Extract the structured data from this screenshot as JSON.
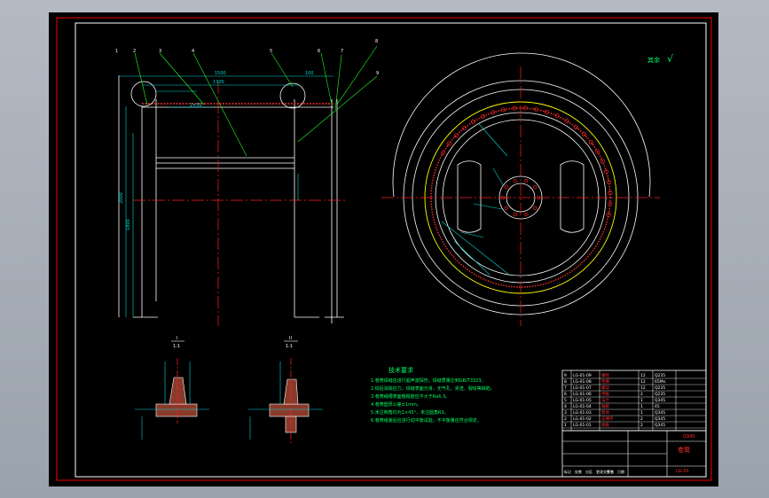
{
  "colors": {
    "viewport_bg": "#000000",
    "frame": "#cc0000",
    "line_main": "#ffffff",
    "dimension": "#00d8d8",
    "center_line": "#ff2020",
    "leader": "#20ff20",
    "yellow": "#ffff00",
    "notes_text": "#00ff66",
    "title_block": "#ffffff",
    "title_accent": "#ff3030"
  },
  "balloons": [
    "1",
    "2",
    "3",
    "4",
    "5",
    "6",
    "7",
    "8",
    "9"
  ],
  "section_labels": [
    {
      "id": "left",
      "letter": "I",
      "scale": "1:1"
    },
    {
      "id": "right",
      "letter": "II",
      "scale": "1:1"
    }
  ],
  "roughness": {
    "label": "其余",
    "symbol": "√"
  },
  "notes": {
    "title": "技术要求",
    "lines": [
      "1.卷筒焊缝应进行超声波探伤，焊缝质量达到GB/T3323。",
      "2.焊后消除应力，焊缝表面光滑，无气孔、夹渣、裂纹等缺陷。",
      "3.卷筒绳槽表面粗糙度应不大于Ra6.3。",
      "4.卷筒壁厚公差±1mm。",
      "5.未注倒角均为1×45°，未注圆角R3。",
      "6.卷筒组装后应进行动平衡试验，不平衡量应符合规定。"
    ]
  },
  "title_block": {
    "part_name": "卷筒",
    "drawing_no": "LG-01",
    "material": "Q345",
    "header_cells": [
      "标记",
      "处数",
      "分区",
      "更改文件号",
      "签名",
      "日期"
    ],
    "bom_rows": [
      [
        "9",
        "LG-01-09",
        "螺栓",
        "12",
        "Q235"
      ],
      [
        "8",
        "LG-01-08",
        "垫圈",
        "12",
        "65Mn"
      ],
      [
        "7",
        "LG-01-07",
        "螺母",
        "12",
        "Q235"
      ],
      [
        "6",
        "LG-01-06",
        "挡板",
        "2",
        "Q235"
      ],
      [
        "5",
        "LG-01-05",
        "法兰",
        "1",
        "Q345"
      ],
      [
        "4",
        "LG-01-04",
        "轴套",
        "1",
        "45"
      ],
      [
        "3",
        "LG-01-03",
        "筒体",
        "1",
        "Q345"
      ],
      [
        "2",
        "LG-01-02",
        "支撑环",
        "2",
        "Q345"
      ],
      [
        "1",
        "LG-01-01",
        "端板",
        "2",
        "Q345"
      ]
    ]
  }
}
